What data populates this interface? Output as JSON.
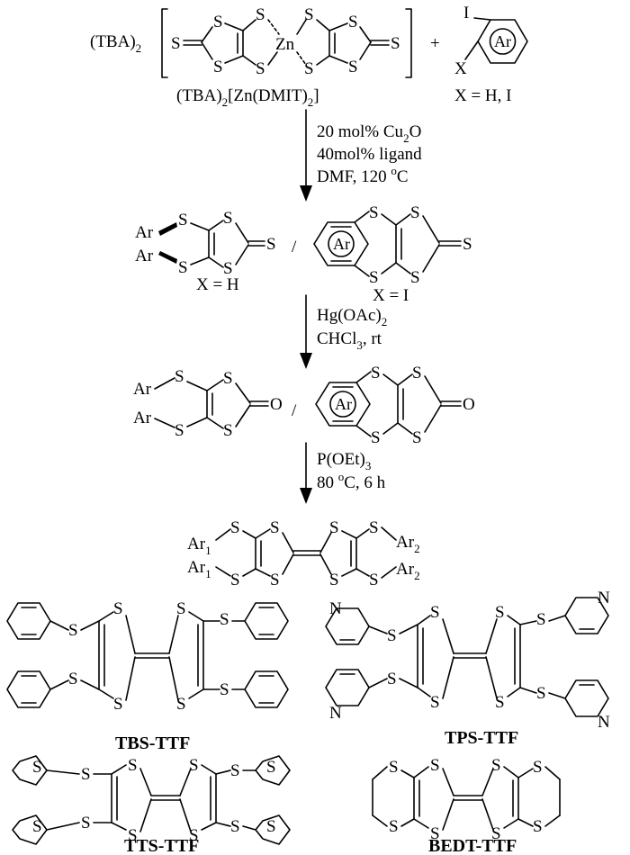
{
  "reactants": {
    "cation_left": "(TBA)",
    "cation_sub": "2",
    "metal": "Zn",
    "atom_s": "S",
    "name": {
      "p1": "(TBA)",
      "s1": "2",
      "p2": "[Zn(DMIT)",
      "s2": "2",
      "p3": "]"
    },
    "plus": "+",
    "aryl_i": "I",
    "aryl_x": "X",
    "ar": "Ar",
    "x_cond": "X = H, I"
  },
  "step1": {
    "line1": "20 mol% Cu",
    "line1_sub": "2",
    "line1_end": "O",
    "line2": "40mol% ligand",
    "line3": "DMF, 120 ",
    "line3_deg": "o",
    "line3_end": "C"
  },
  "intermediate1": {
    "ar": "Ar",
    "slash": "/",
    "left_cond": "X = H",
    "right_cond": "X = I"
  },
  "step2": {
    "line1": "Hg(OAc)",
    "line1_sub": "2",
    "line2": "CHCl",
    "line2_sub": "3",
    "line2_end": ", rt"
  },
  "intermediate2": {
    "ar": "Ar",
    "slash": "/",
    "oxygen": "O"
  },
  "step3": {
    "line1": "P(OEt)",
    "line1_sub": "3",
    "line2": "80 ",
    "line2_deg": "o",
    "line2_end": "C, 6 h"
  },
  "product": {
    "ar": "Ar",
    "sub1": "1",
    "sub2": "2"
  },
  "examples": {
    "n": "N",
    "a": "TBS-TTF",
    "b": "TPS-TTF",
    "c": "TTS-TTF",
    "d": "BEDT-TTF"
  }
}
